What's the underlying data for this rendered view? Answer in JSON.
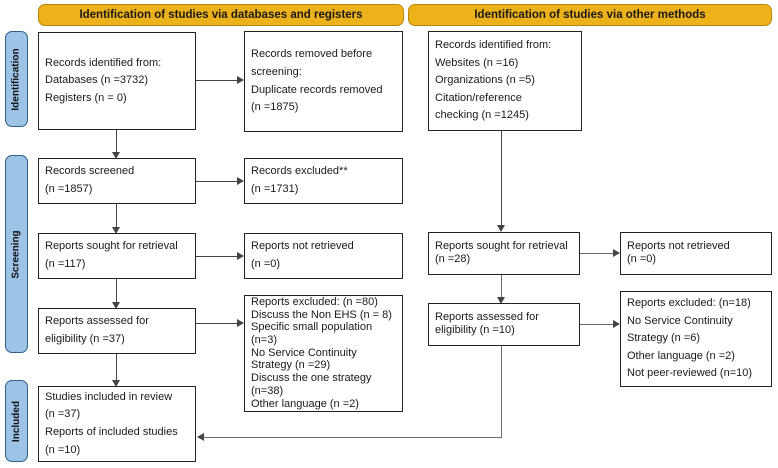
{
  "headers": {
    "left": "Identification of studies via databases and registers",
    "right": "Identification of studies via other methods"
  },
  "stages": [
    {
      "label": "Identification"
    },
    {
      "label": "Screening"
    },
    {
      "label": "Included"
    }
  ],
  "boxes": {
    "db_identified": {
      "lines": [
        "Records identified from:",
        "Databases (n =3732)",
        "Registers (n = 0)"
      ]
    },
    "db_removed": {
      "lines": [
        "Records removed before",
        "screening:",
        "Duplicate records removed",
        "(n =1875)"
      ]
    },
    "other_identified": {
      "lines": [
        "Records identified from:",
        "Websites (n =16)",
        "Organizations (n =5)",
        "Citation/reference",
        "checking (n =1245)"
      ]
    },
    "records_screened": {
      "lines": [
        "Records screened",
        "(n =1857)"
      ]
    },
    "records_excluded": {
      "lines": [
        "Records excluded**",
        "(n =1731)"
      ]
    },
    "reports_sought_db": {
      "lines": [
        "Reports sought for retrieval",
        "(n =117)"
      ]
    },
    "reports_not_retrieved_db": {
      "lines": [
        "Reports not retrieved",
        "(n =0)"
      ]
    },
    "reports_sought_other": {
      "lines": [
        "Reports sought for retrieval",
        "(n =28)"
      ]
    },
    "reports_not_retrieved_other": {
      "lines": [
        "Reports not retrieved",
        "(n =0)"
      ]
    },
    "reports_assessed_db": {
      "lines": [
        "Reports assessed for",
        "eligibility (n =37)"
      ]
    },
    "reports_excluded_db": {
      "lines": [
        "Reports excluded: (n =80)",
        "Discuss the Non EHS (n = 8)",
        "Specific small population",
        "(n=3)",
        "No Service Continuity",
        "Strategy (n =29)",
        "Discuss the one strategy",
        "(n=38)",
        "Other language (n =2)"
      ]
    },
    "reports_assessed_other": {
      "lines": [
        "Reports assessed for",
        "eligibility (n =10)"
      ]
    },
    "reports_excluded_other": {
      "lines": [
        "Reports excluded: (n=18)",
        "No Service Continuity",
        "Strategy (n =6)",
        "Other language (n =2)",
        "Not peer-reviewed (n=10)"
      ]
    },
    "studies_included": {
      "lines": [
        "Studies included in review",
        "(n =37)",
        "Reports of included studies",
        "(n =10)"
      ]
    }
  },
  "colors": {
    "header_fill": "#edb11a",
    "stage_fill": "#9dc3e6",
    "box_border": "#222222",
    "connector": "#444444"
  }
}
